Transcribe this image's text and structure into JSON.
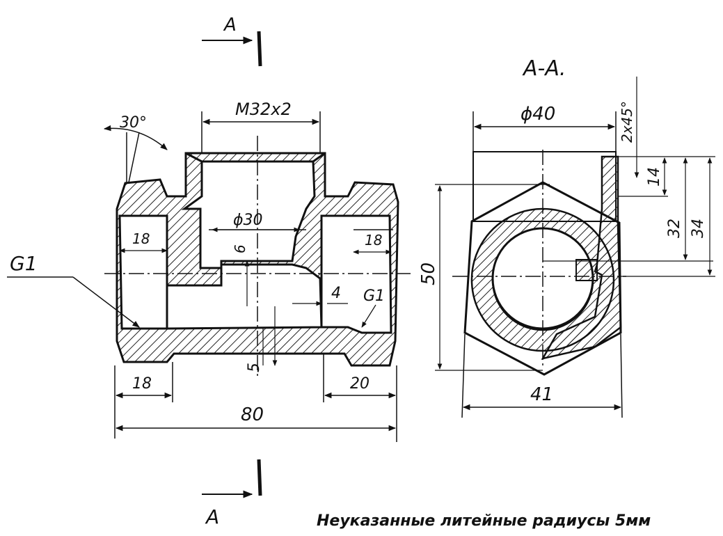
{
  "section": {
    "marker_label_top": "A",
    "marker_label_bottom": "A",
    "section_title": "А-А."
  },
  "front_view": {
    "thread_top": "M32x2",
    "angle": "30°",
    "thread_left": "G1",
    "thread_right": "G1",
    "bore": "ϕ30",
    "depth_left": "18",
    "depth_right": "18",
    "wall_6": "6",
    "wall_4": "4",
    "wall_5": "5",
    "length_left": "18",
    "length_right": "20",
    "overall_length": "80"
  },
  "side_view": {
    "diameter": "ϕ40",
    "chamfer": "2x45°",
    "height_14": "14",
    "height_32": "32",
    "height_34": "34",
    "height_50": "50",
    "width_41": "41"
  },
  "notes": {
    "casting_radii": "Неуказанные литейные радиусы 5мм"
  }
}
